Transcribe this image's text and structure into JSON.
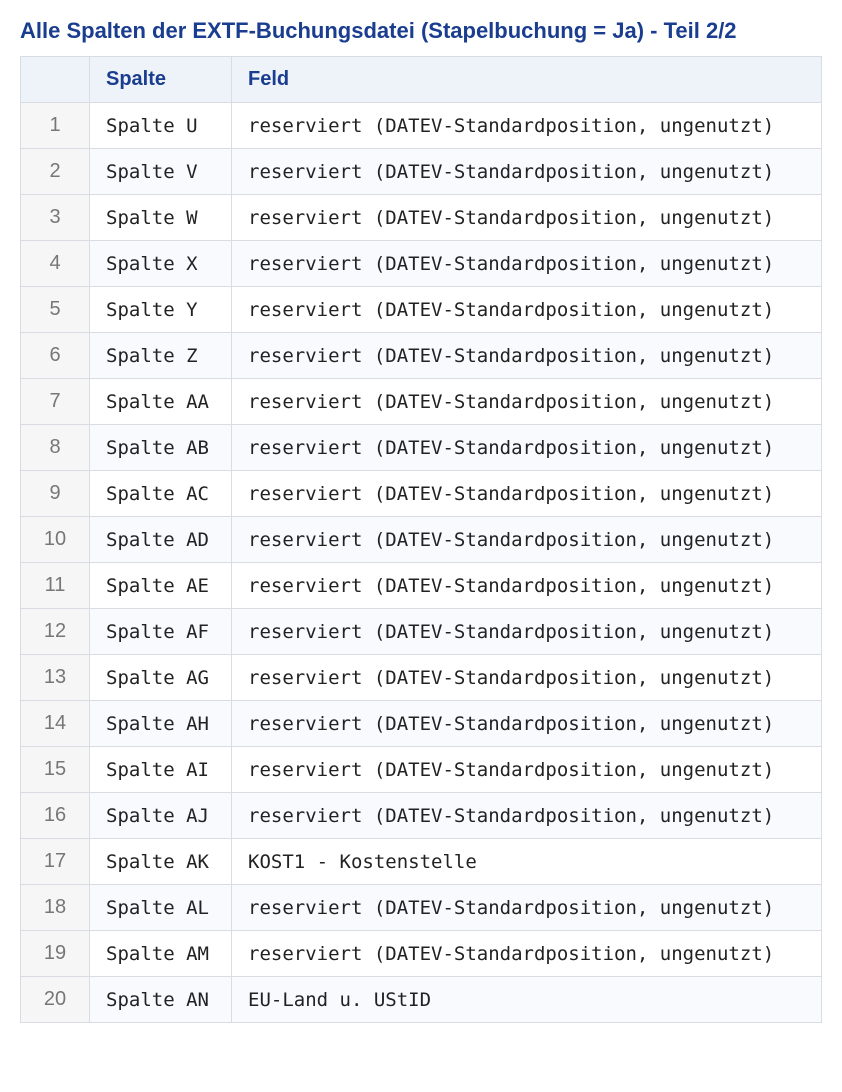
{
  "title": "Alle Spalten der EXTF-Buchungsdatei (Stapelbuchung = Ja) - Teil 2/2",
  "table": {
    "headers": [
      "",
      "Spalte",
      "Feld"
    ],
    "rows": [
      {
        "index": "1",
        "column": "Spalte U",
        "field": "reserviert (DATEV-Standardposition, ungenutzt)"
      },
      {
        "index": "2",
        "column": "Spalte V",
        "field": "reserviert (DATEV-Standardposition, ungenutzt)"
      },
      {
        "index": "3",
        "column": "Spalte W",
        "field": "reserviert (DATEV-Standardposition, ungenutzt)"
      },
      {
        "index": "4",
        "column": "Spalte X",
        "field": "reserviert (DATEV-Standardposition, ungenutzt)"
      },
      {
        "index": "5",
        "column": "Spalte Y",
        "field": "reserviert (DATEV-Standardposition, ungenutzt)"
      },
      {
        "index": "6",
        "column": "Spalte Z",
        "field": "reserviert (DATEV-Standardposition, ungenutzt)"
      },
      {
        "index": "7",
        "column": "Spalte AA",
        "field": "reserviert (DATEV-Standardposition, ungenutzt)"
      },
      {
        "index": "8",
        "column": "Spalte AB",
        "field": "reserviert (DATEV-Standardposition, ungenutzt)"
      },
      {
        "index": "9",
        "column": "Spalte AC",
        "field": "reserviert (DATEV-Standardposition, ungenutzt)"
      },
      {
        "index": "10",
        "column": "Spalte AD",
        "field": "reserviert (DATEV-Standardposition, ungenutzt)"
      },
      {
        "index": "11",
        "column": "Spalte AE",
        "field": "reserviert (DATEV-Standardposition, ungenutzt)"
      },
      {
        "index": "12",
        "column": "Spalte AF",
        "field": "reserviert (DATEV-Standardposition, ungenutzt)"
      },
      {
        "index": "13",
        "column": "Spalte AG",
        "field": "reserviert (DATEV-Standardposition, ungenutzt)"
      },
      {
        "index": "14",
        "column": "Spalte AH",
        "field": "reserviert (DATEV-Standardposition, ungenutzt)"
      },
      {
        "index": "15",
        "column": "Spalte AI",
        "field": "reserviert (DATEV-Standardposition, ungenutzt)"
      },
      {
        "index": "16",
        "column": "Spalte AJ",
        "field": "reserviert (DATEV-Standardposition, ungenutzt)"
      },
      {
        "index": "17",
        "column": "Spalte AK",
        "field": "KOST1 - Kostenstelle"
      },
      {
        "index": "18",
        "column": "Spalte AL",
        "field": "reserviert (DATEV-Standardposition, ungenutzt)"
      },
      {
        "index": "19",
        "column": "Spalte AM",
        "field": "reserviert (DATEV-Standardposition, ungenutzt)"
      },
      {
        "index": "20",
        "column": "Spalte AN",
        "field": "EU-Land u. UStID"
      }
    ]
  },
  "colors": {
    "title": "#1a3d8f",
    "header_bg": "#eef2f9",
    "index_bg": "#f6f6f6",
    "border": "#d9dde3"
  }
}
